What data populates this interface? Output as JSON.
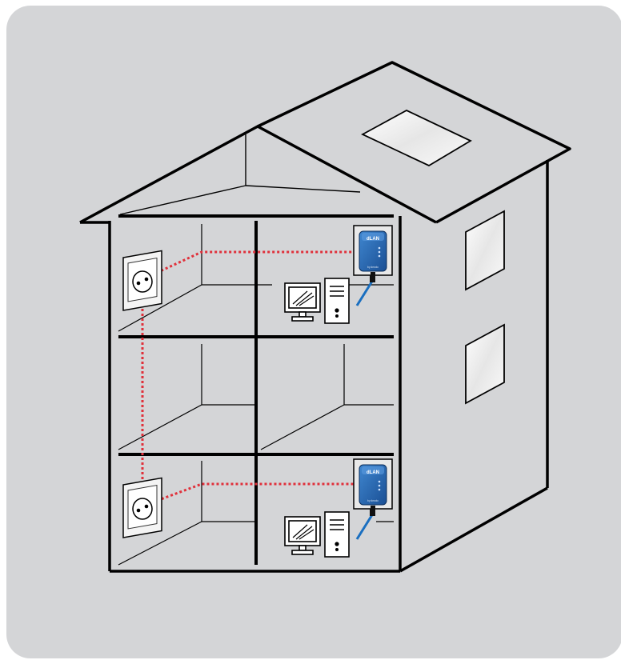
{
  "figure": {
    "type": "powerline-network-illustration",
    "colors": {
      "background_panel": "#d4d5d7",
      "outline": "#000000",
      "powerline_wiring": "#e0303a",
      "adapter_body": "#1f5fa8",
      "adapter_highlight": "#4a8ad0",
      "network_cable": "#1a6fc0",
      "window_glass": "#f2f2f2"
    },
    "floors": [
      "upper",
      "middle",
      "lower"
    ],
    "devices": [
      {
        "name": "powerline-adapter",
        "floor": "upper",
        "icon": "plug-adapter-icon"
      },
      {
        "name": "powerline-adapter",
        "floor": "lower",
        "icon": "plug-adapter-icon"
      },
      {
        "name": "desktop-computer",
        "floor": "upper",
        "icon": "computer-icon"
      },
      {
        "name": "desktop-computer",
        "floor": "lower",
        "icon": "computer-icon"
      },
      {
        "name": "wall-socket",
        "floor": "upper",
        "icon": "power-socket-icon"
      },
      {
        "name": "wall-socket",
        "floor": "lower",
        "icon": "power-socket-icon"
      }
    ],
    "adapter_brand": "dLAN",
    "adapter_caption": "by devolo"
  }
}
